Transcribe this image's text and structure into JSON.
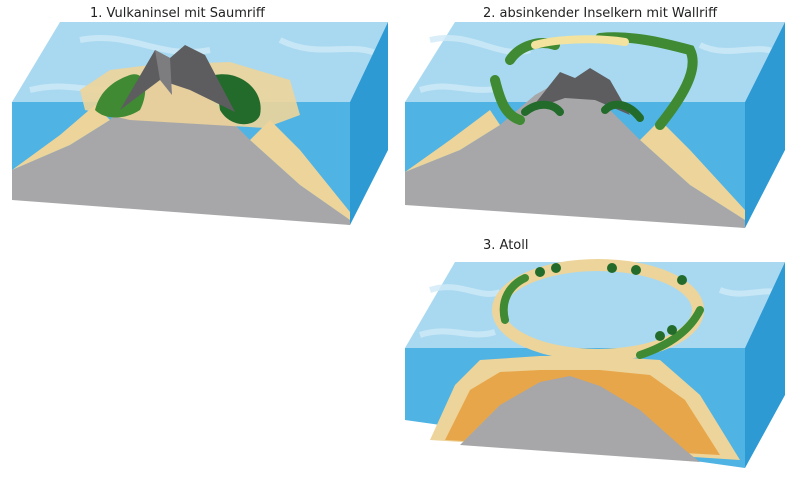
{
  "stages": [
    {
      "label": "1. Vulkaninsel mit Saumriff"
    },
    {
      "label": "2. absinkender Inselkern mit Wallriff"
    },
    {
      "label": "3. Atoll"
    }
  ],
  "colors": {
    "sea_top": "#a9d9f0",
    "sea_top_light": "#cfeaf7",
    "water_front": "#4fb3e3",
    "water_side": "#2d9ad3",
    "rock": "#a7a7a9",
    "rock_dark": "#7d7d80",
    "sand": "#edd49a",
    "sand_shade": "#d9bd7a",
    "coral_orange": "#e8a64a",
    "coral_deep": "#d68e33",
    "lava": "#5d5d60",
    "vegetation": "#3f8a32",
    "vegetation_dark": "#236b2a",
    "beach_light": "#f3e39e"
  }
}
